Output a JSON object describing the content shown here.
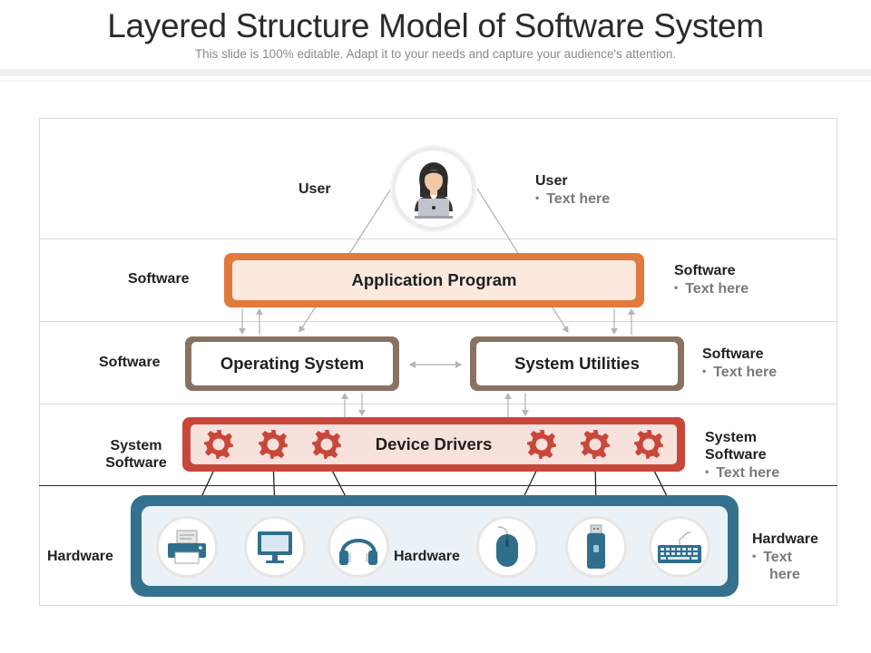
{
  "header": {
    "title": "Layered Structure Model of Software System",
    "subtitle": "This slide is 100% editable. Adapt it to your needs and capture your audience's attention."
  },
  "left_labels": {
    "user": "User",
    "software_1": "Software",
    "software_2": "Software",
    "system_software_1": "System",
    "system_software_2": "Software",
    "hardware": "Hardware"
  },
  "boxes": {
    "application": "Application Program",
    "operating_system": "Operating System",
    "system_utilities": "System Utilities",
    "device_drivers": "Device Drivers",
    "hardware_center": "Hardware"
  },
  "right_labels": {
    "user": {
      "title": "User",
      "bullet": "Text here"
    },
    "software_1": {
      "title": "Software",
      "bullet": "Text here"
    },
    "software_2": {
      "title": "Software",
      "bullet": "Text here"
    },
    "system_software": {
      "title_1": "System",
      "title_2": "Software",
      "bullet": "Text here"
    },
    "hardware": {
      "title": "Hardware",
      "bullet_1": "Text",
      "bullet_2": "here"
    }
  },
  "icons": {
    "user": "user-with-laptop-icon",
    "gear": "gear-icon",
    "hardware": [
      "printer-icon",
      "monitor-icon",
      "headphones-icon",
      "mouse-icon",
      "usb-drive-icon",
      "keyboard-icon"
    ]
  },
  "colors": {
    "application": "#e07a3d",
    "application_fill": "#fbe9de",
    "os_border": "#8a7262",
    "drivers": "#c8473a",
    "drivers_fill": "#f7e1dc",
    "hardware": "#33728f",
    "hardware_fill": "#eaf2f7"
  }
}
